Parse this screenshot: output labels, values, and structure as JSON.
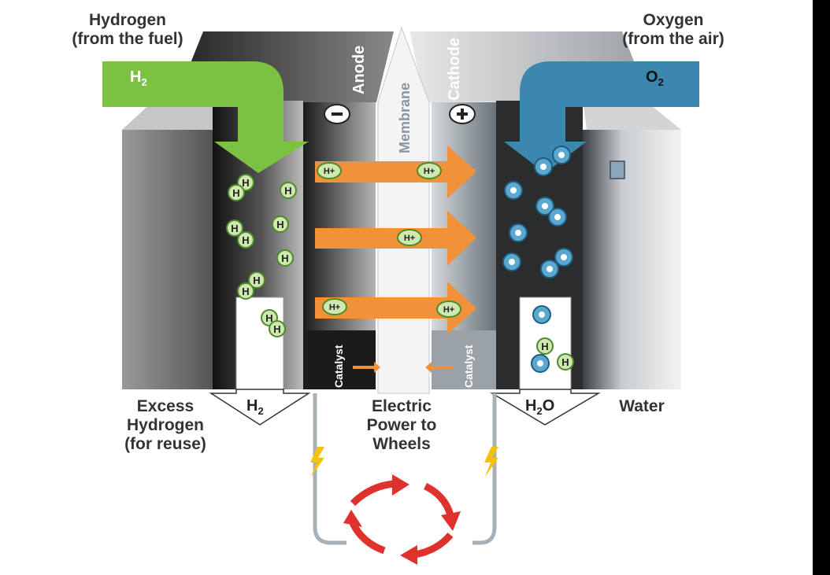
{
  "labels": {
    "hydrogen_in": {
      "line1": "Hydrogen",
      "line2": "(from the fuel)"
    },
    "oxygen_in": {
      "line1": "Oxygen",
      "line2": "(from the air)"
    },
    "h2": "H",
    "o2": "O",
    "sub2": "2",
    "anode": "Anode",
    "cathode": "Cathode",
    "membrane": "Membrane",
    "minus": "−",
    "plus": "+",
    "catalyst": "Catalyst",
    "excess": {
      "line1": "Excess",
      "line2": "Hydrogen",
      "line3": "(for reuse)"
    },
    "h2_out": "H",
    "power": {
      "line1": "Electric",
      "line2": "Power to",
      "line3": "Wheels"
    },
    "h2o_h": "H",
    "h2o_o": "O",
    "water": "Water",
    "h_particle": "H",
    "h_ion": "H+"
  },
  "colors": {
    "hydrogen_arrow": "#7cc242",
    "oxygen_arrow": "#3c87ad",
    "proton_arrow": "#f1913a",
    "cycle_arrow": "#e0322c",
    "lightning": "#f4c20d"
  }
}
